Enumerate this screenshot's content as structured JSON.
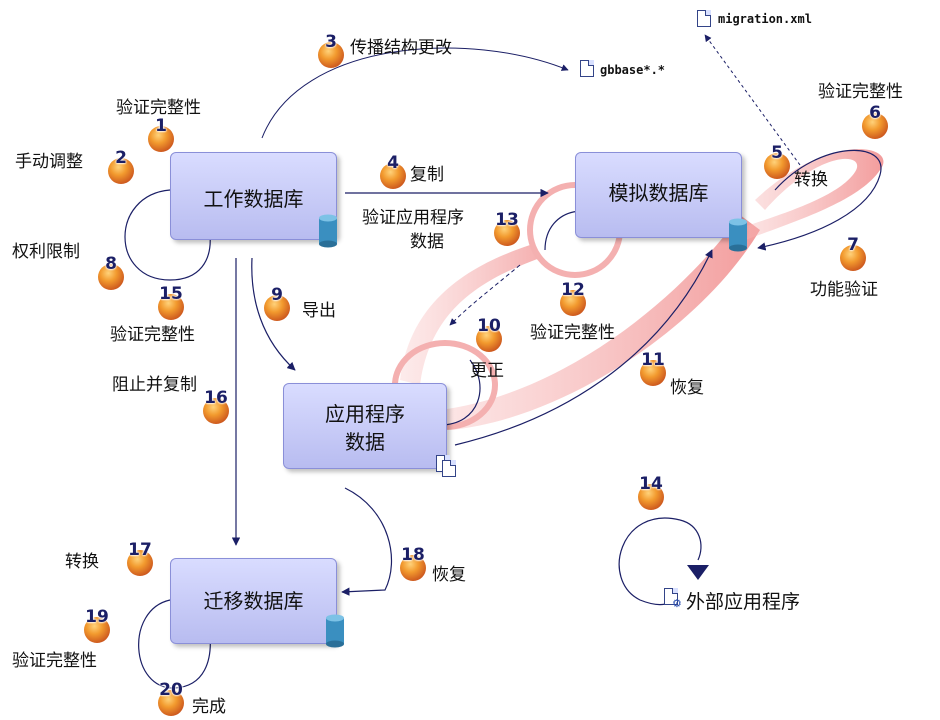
{
  "nodes": {
    "work_db": "工作数据库",
    "sim_db": "模拟数据库",
    "app_data_line1": "应用程序",
    "app_data_line2": "数据",
    "migration_db": "迁移数据库",
    "external_app": "外部应用程序"
  },
  "files": {
    "migration_xml": "migration.xml",
    "gbbase": "gbbase*.*"
  },
  "steps": [
    {
      "num": "1",
      "label": "验证完整性"
    },
    {
      "num": "2",
      "label": "手动调整"
    },
    {
      "num": "3",
      "label": "传播结构更改"
    },
    {
      "num": "4",
      "label": "复制"
    },
    {
      "num": "5",
      "label": "转换"
    },
    {
      "num": "6",
      "label": "验证完整性"
    },
    {
      "num": "7",
      "label": "功能验证"
    },
    {
      "num": "8",
      "label": "权利限制"
    },
    {
      "num": "9",
      "label": "导出"
    },
    {
      "num": "10",
      "label": "更正"
    },
    {
      "num": "11",
      "label": "恢复"
    },
    {
      "num": "12",
      "label": "验证完整性"
    },
    {
      "num": "13",
      "label_line1": "验证应用程序",
      "label_line2": "数据"
    },
    {
      "num": "14",
      "label": ""
    },
    {
      "num": "15",
      "label": "验证完整性"
    },
    {
      "num": "16",
      "label": "阻止并复制"
    },
    {
      "num": "17",
      "label": "转换"
    },
    {
      "num": "18",
      "label": "恢复"
    },
    {
      "num": "19",
      "label": "验证完整性"
    },
    {
      "num": "20",
      "label": "完成"
    }
  ],
  "colors": {
    "box_fill": "#c4c7f5",
    "box_border": "#8a8fd8",
    "ribbon": "#f4a3a3",
    "arrow": "#1b1f66",
    "ball": "#f29a2e"
  }
}
